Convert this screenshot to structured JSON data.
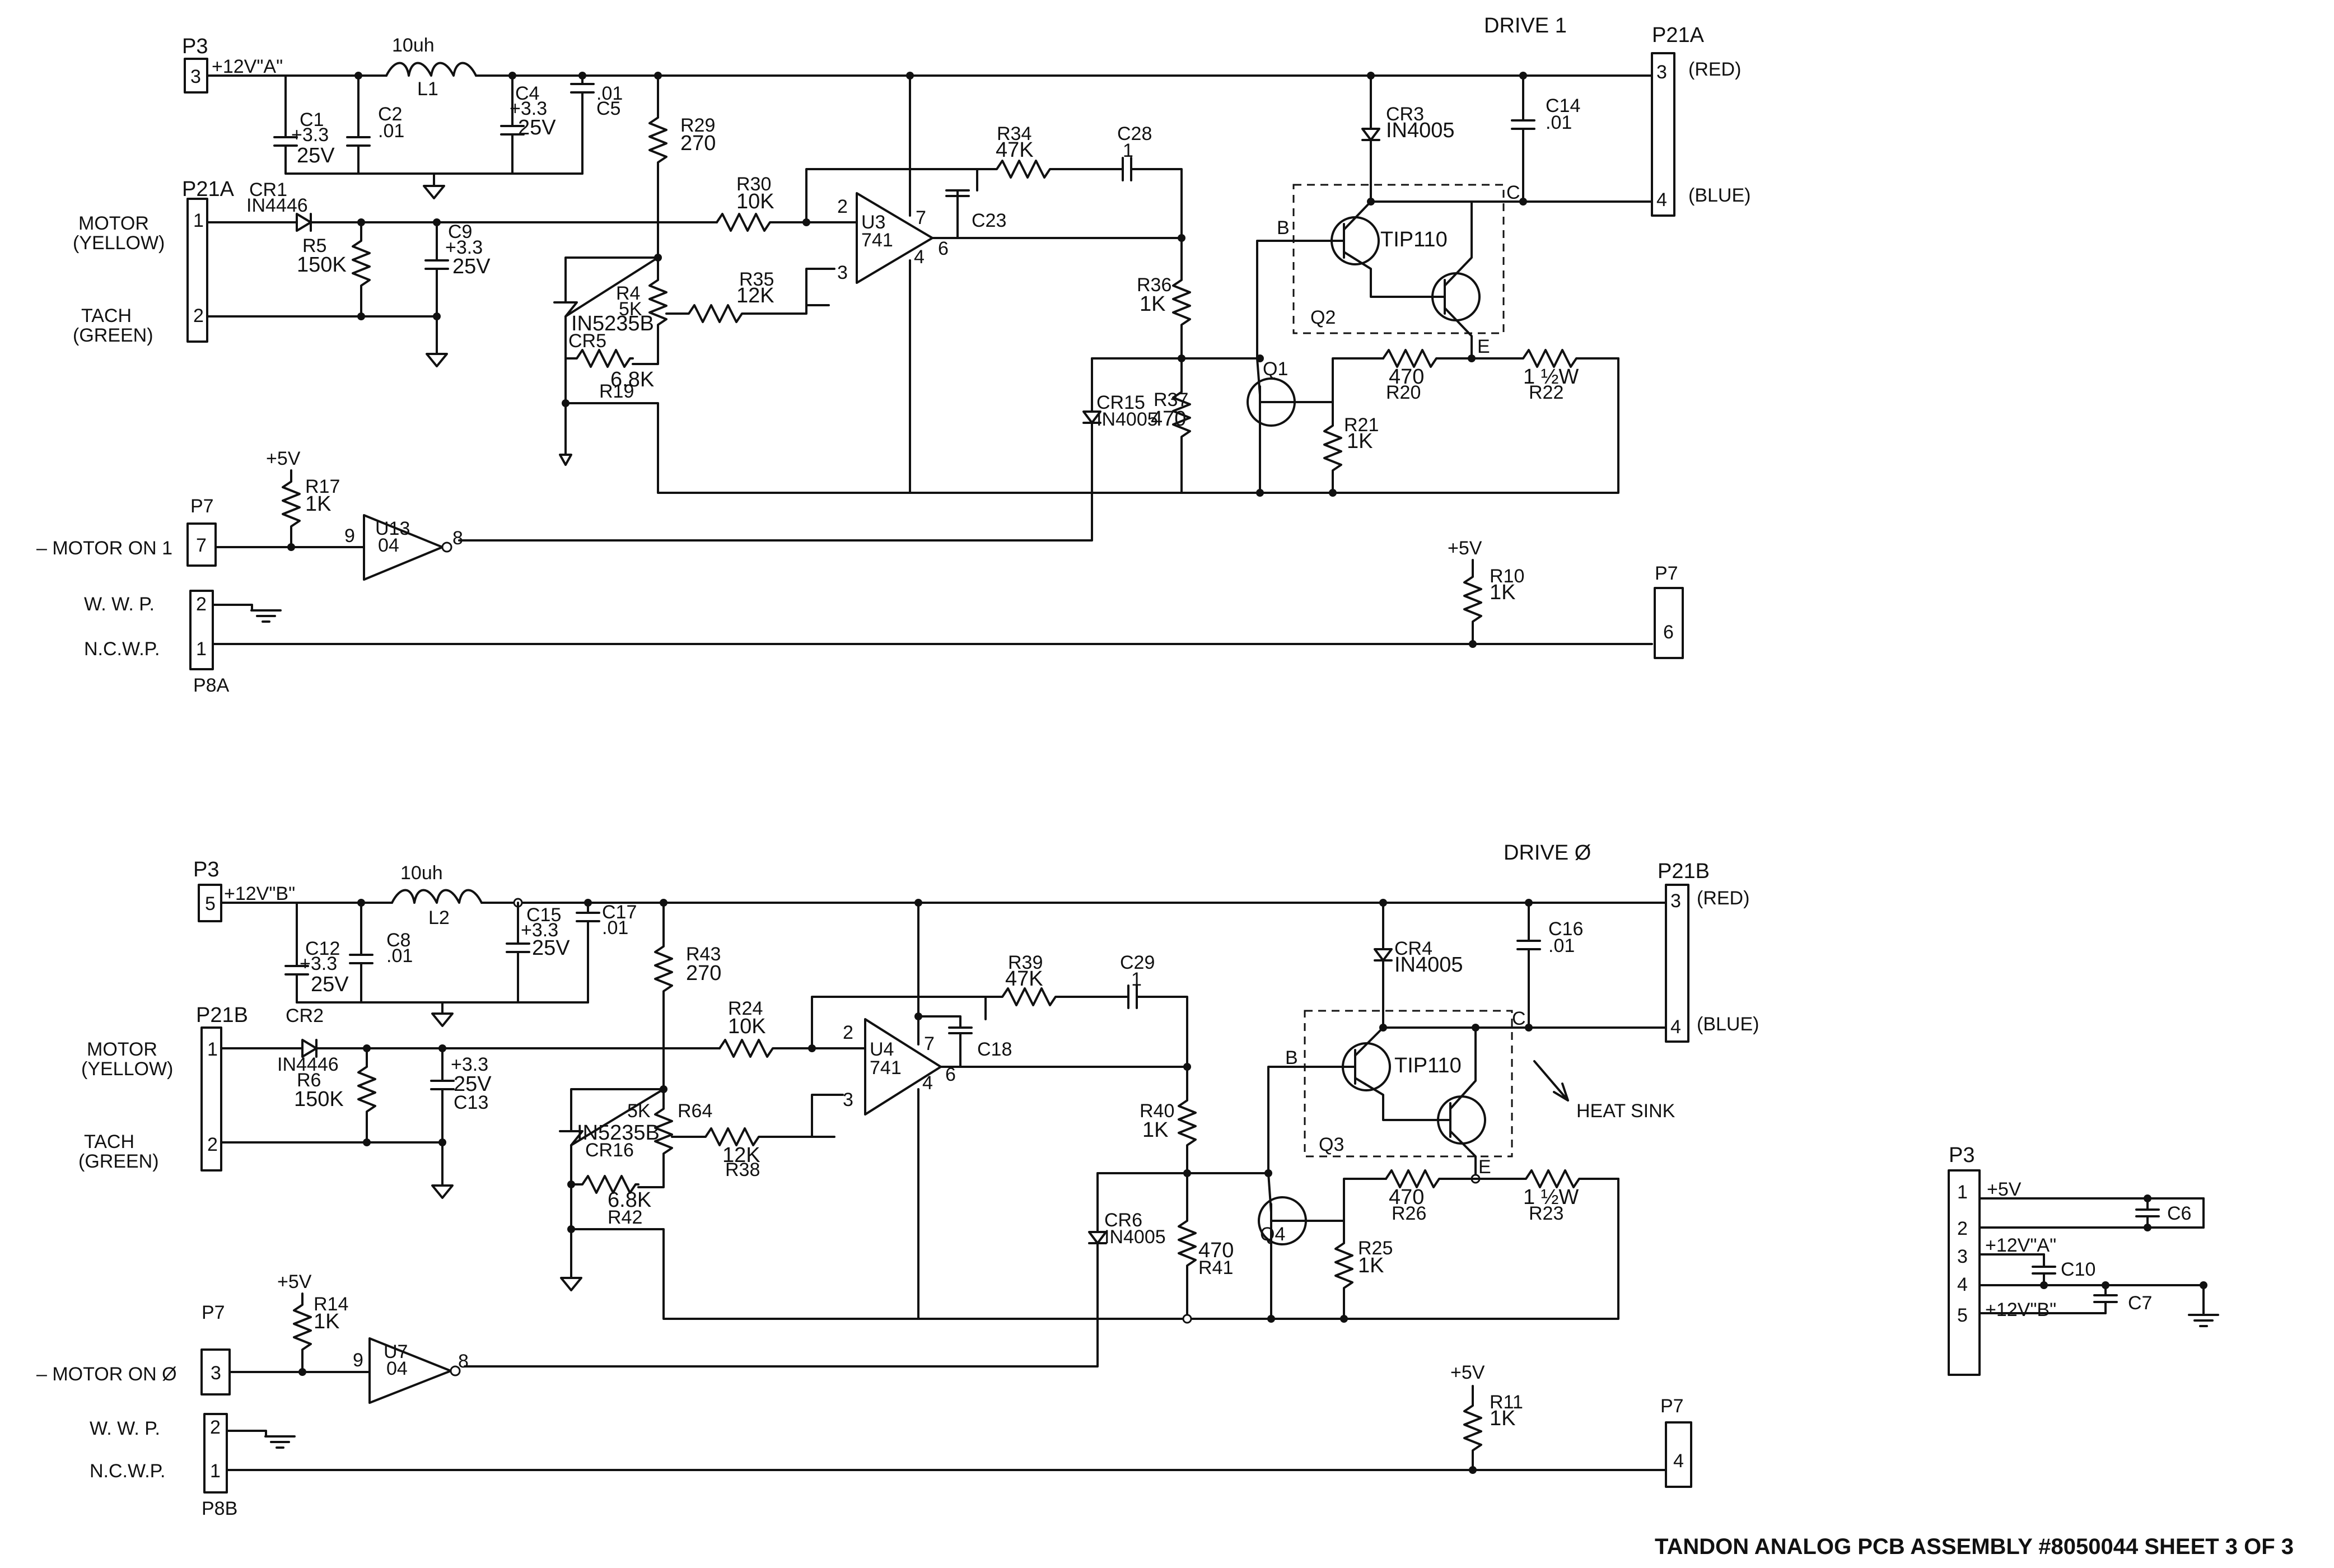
{
  "title": "TANDON ANALOG PCB ASSEMBLY #8050044 SHEET 3 OF 3",
  "drive1": {
    "heading": "DRIVE 1",
    "p3": "P3",
    "p3_pin": "3",
    "supply": "+12V\"A\"",
    "inductor": "10uh",
    "inductor_ref": "L1",
    "c1_ref": "C1",
    "c1_val": "+3.3",
    "c1_v": "25V",
    "c2_ref": "C2",
    "c2_val": ".01",
    "c4_ref": "C4",
    "c4_val": "+3.3",
    "c4_v": "25V",
    "c5_ref": "C5",
    "c5_val": ".01",
    "r29_ref": "R29",
    "r29_val": "270",
    "conn_in": "P21A",
    "pin1": "1",
    "pin2": "2",
    "motor": "MOTOR",
    "motor_color": "(YELLOW)",
    "tach": "TACH",
    "tach_color": "(GREEN)",
    "cr1_ref": "CR1",
    "cr1_val": "IN4446",
    "r5_ref": "R5",
    "r5_val": "150K",
    "c9_ref": "C9",
    "c9_val": "+3.3",
    "c9_v": "25V",
    "r30_ref": "R30",
    "r30_val": "10K",
    "r4_ref": "R4",
    "r4_val": "5K",
    "r35_ref": "R35",
    "r35_val": "12K",
    "zener": "IN5235B",
    "cr5_ref": "CR5",
    "r19_val": "6.8K",
    "r19_ref": "R19",
    "opamp_ref": "U3",
    "opamp_val": "741",
    "op_in_minus": "2",
    "op_in_plus": "3",
    "op_p7": "7",
    "op_p4": "4",
    "op_p6": "6",
    "c23_ref": "C23",
    "r34_ref": "R34",
    "r34_val": "47K",
    "c28_ref": "C28",
    "c28_val": "1",
    "r36_ref": "R36",
    "r36_val": "1K",
    "r37_ref": "R37",
    "r37_val": "470",
    "cr15_ref": "CR15",
    "cr15_val": "IN4005",
    "q1_ref": "Q1",
    "cr3_ref": "CR3",
    "cr3_val": "IN4005",
    "tip_val": "TIP110",
    "q2_ref": "Q2",
    "b": "B",
    "c": "C",
    "e": "E",
    "c14_ref": "C14",
    "c14_val": ".01",
    "r20_val": "470",
    "r20_ref": "R20",
    "r22_val": "1 ½W",
    "r22_ref": "R22",
    "r21_ref": "R21",
    "r21_val": "1K",
    "conn_out": "P21A",
    "out_pin3": "3",
    "out_pin4": "4",
    "red": "(RED)",
    "blue": "(BLUE)",
    "plus5": "+5V",
    "r17_ref": "R17",
    "r17_val": "1K",
    "p7": "P7",
    "p7_pin": "7",
    "motor_on": "– MOTOR ON 1",
    "inv_pin_in": "9",
    "inv_ref": "U13",
    "inv_val": "04",
    "inv_pin_out": "8",
    "wwp": "W. W. P.",
    "ncwp": "N.C.W.P.",
    "p8": "P8A",
    "p8_pin2": "2",
    "p8_pin1": "1",
    "r10_plus5": "+5V",
    "r10_ref": "R10",
    "r10_val": "1K",
    "p7b": "P7",
    "p7b_pin": "6"
  },
  "drive0": {
    "heading": "DRIVE Ø",
    "p3": "P3",
    "p3_pin": "5",
    "supply": "+12V\"B\"",
    "inductor": "10uh",
    "inductor_ref": "L2",
    "c12_ref": "C12",
    "c12_val": "+3.3",
    "c12_v": "25V",
    "c8_ref": "C8",
    "c8_val": ".01",
    "c15_ref": "C15",
    "c15_val": "+3.3",
    "c15_v": "25V",
    "c17_ref": "C17",
    "c17_val": ".01",
    "r43_ref": "R43",
    "r43_val": "270",
    "conn_in": "P21B",
    "pin1": "1",
    "pin2": "2",
    "motor": "MOTOR",
    "motor_color": "(YELLOW)",
    "tach": "TACH",
    "tach_color": "(GREEN)",
    "cr2_ref": "CR2",
    "cr2_val": "IN4446",
    "r6_ref": "R6",
    "r6_val": "150K",
    "c13_val": "+3.3",
    "c13_v": "25V",
    "c13_ref": "C13",
    "r24_ref": "R24",
    "r24_val": "10K",
    "r64_val": "5K",
    "r64_ref": "R64",
    "r38_val": "12K",
    "r38_ref": "R38",
    "zener": "IN5235B",
    "cr16_ref": "CR16",
    "r42_val": "6.8K",
    "r42_ref": "R42",
    "opamp_ref": "U4",
    "opamp_val": "741",
    "op_in_minus": "2",
    "op_in_plus": "3",
    "op_p7": "7",
    "op_p4": "4",
    "op_p6": "6",
    "c18_ref": "C18",
    "r39_ref": "R39",
    "r39_val": "47K",
    "c29_ref": "C29",
    "c29_val": "1",
    "r40_ref": "R40",
    "r40_val": "1K",
    "r41_val": "470",
    "r41_ref": "R41",
    "cr6_ref": "CR6",
    "cr6_val": "IN4005",
    "q4_ref": "Q4",
    "cr4_ref": "CR4",
    "cr4_val": "IN4005",
    "tip_val": "TIP110",
    "q3_ref": "Q3",
    "b": "B",
    "c": "C",
    "e": "E",
    "heat_sink": "HEAT SINK",
    "c16_ref": "C16",
    "c16_val": ".01",
    "r26_val": "470",
    "r26_ref": "R26",
    "r23_val": "1 ½W",
    "r23_ref": "R23",
    "r25_ref": "R25",
    "r25_val": "1K",
    "conn_out": "P21B",
    "out_pin3": "3",
    "out_pin4": "4",
    "red": "(RED)",
    "blue": "(BLUE)",
    "plus5": "+5V",
    "r14_ref": "R14",
    "r14_val": "1K",
    "p7": "P7",
    "p7_pin": "3",
    "motor_on": "– MOTOR ON Ø",
    "inv_pin_in": "9",
    "inv_ref": "U7",
    "inv_val": "04",
    "inv_pin_out": "8",
    "wwp": "W. W. P.",
    "ncwp": "N.C.W.P.",
    "p8": "P8B",
    "p8_pin2": "2",
    "p8_pin1": "1",
    "r11_plus5": "+5V",
    "r11_ref": "R11",
    "r11_val": "1K",
    "p7b": "P7",
    "p7b_pin": "4"
  },
  "power_conn": {
    "ref": "P3",
    "pins": [
      "1",
      "2",
      "3",
      "4",
      "5"
    ],
    "plus5": "+5V",
    "v12a": "+12V\"A\"",
    "v12b": "+12V\"B\"",
    "c6": "C6",
    "c10": "C10",
    "c7": "C7"
  }
}
